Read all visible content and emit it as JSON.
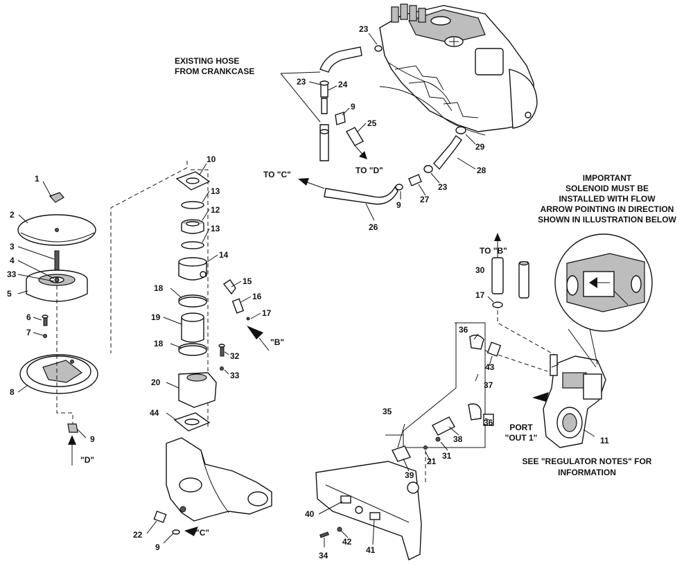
{
  "notes": {
    "existing_hose_1": "EXISTING HOSE",
    "existing_hose_2": "FROM CRANKCASE",
    "important_1": "IMPORTANT",
    "important_2": "SOLENOID MUST BE",
    "important_3": "INSTALLED WITH FLOW",
    "important_4": "ARROW POINTING IN DIRECTION",
    "important_5": "SHOWN IN ILLUSTRATION BELOW",
    "port_1": "PORT",
    "port_2": "\"OUT 1\"",
    "regulator_1": "SEE \"REGULATOR NOTES\" FOR",
    "regulator_2": "INFORMATION",
    "to_c": "TO \"C\"",
    "to_d": "TO \"D\"",
    "to_b": "TO \"B\"",
    "ref_b": "\"B\"",
    "ref_c": "\"C\"",
    "ref_d": "\"D\""
  },
  "callouts": {
    "c1": "1",
    "c2": "2",
    "c3": "3",
    "c4": "4",
    "c5": "5",
    "c6": "6",
    "c7": "7",
    "c8": "8",
    "c9a": "9",
    "c9b": "9",
    "c9c": "9",
    "c9d": "9",
    "c10": "10",
    "c11": "11",
    "c12": "12",
    "c13a": "13",
    "c13b": "13",
    "c14": "14",
    "c15": "15",
    "c16": "16",
    "c17a": "17",
    "c17b": "17",
    "c18a": "18",
    "c18b": "18",
    "c19": "19",
    "c20": "20",
    "c21": "21",
    "c22": "22",
    "c23a": "23",
    "c23b": "23",
    "c23c": "23",
    "c24": "24",
    "c25": "25",
    "c26": "26",
    "c27": "27",
    "c28": "28",
    "c29": "29",
    "c30": "30",
    "c31": "31",
    "c32": "32",
    "c33a": "33",
    "c33b": "33",
    "c34": "34",
    "c35": "35",
    "c36a": "36",
    "c36b": "36",
    "c37": "37",
    "c38": "38",
    "c39": "39",
    "c40": "40",
    "c41": "41",
    "c42": "42",
    "c43": "43",
    "c44": "44"
  }
}
